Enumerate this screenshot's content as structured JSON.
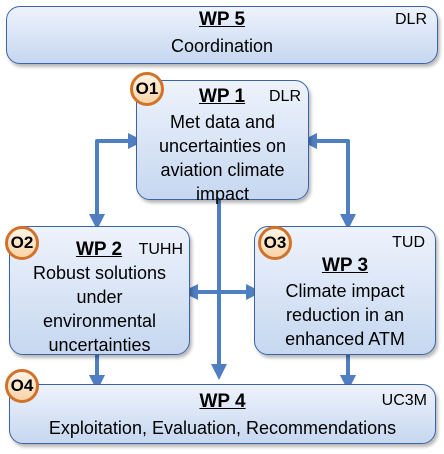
{
  "colors": {
    "box_border": "#3b64a8",
    "box_fill_top": "#eef3fc",
    "box_fill_bottom": "#c6d7f0",
    "arrow": "#4f7fc2",
    "badge_border": "#d2722a"
  },
  "wp5": {
    "title": "WP 5",
    "desc": "Coordination",
    "org": "DLR"
  },
  "wp1": {
    "title": "WP 1",
    "org": "DLR",
    "lines": [
      "Met data and",
      "uncertainties on",
      "aviation climate",
      "impact"
    ],
    "badge": "O1"
  },
  "wp2": {
    "title": "WP 2",
    "org": "TUHH",
    "lines": [
      "Robust solutions",
      "under",
      "environmental",
      "uncertainties"
    ],
    "badge": "O2"
  },
  "wp3": {
    "title": "WP 3",
    "org": "TUD",
    "lines": [
      "Climate impact",
      "reduction in an",
      "enhanced ATM"
    ],
    "badge": "O3"
  },
  "wp4": {
    "title": "WP 4",
    "org": "UC3M",
    "desc": "Exploitation, Evaluation, Recommendations",
    "badge": "O4"
  }
}
